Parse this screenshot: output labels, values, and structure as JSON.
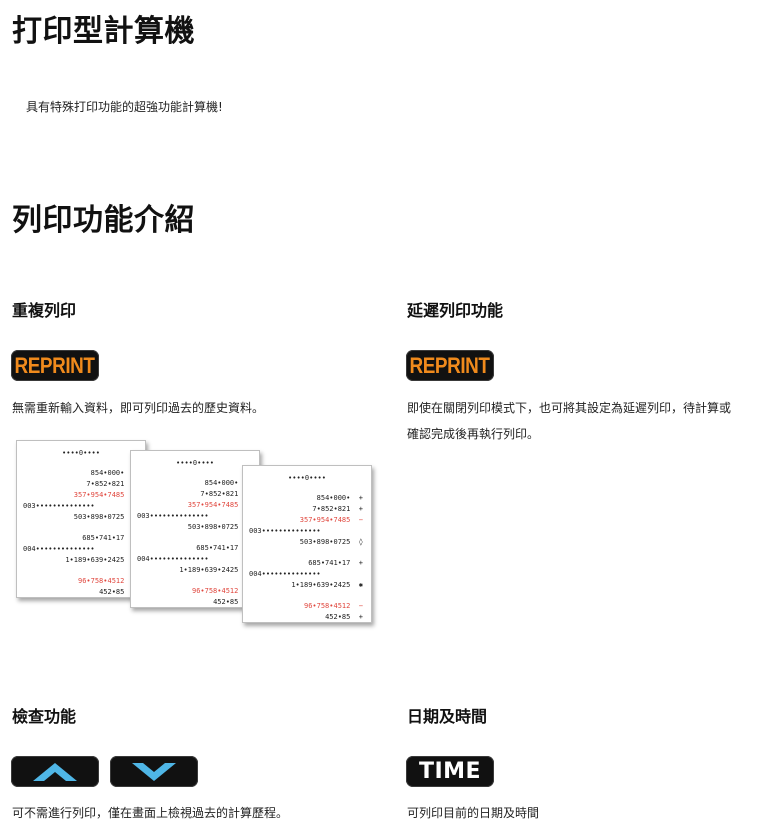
{
  "page": {
    "title": "打印型計算機",
    "intro": "具有特殊打印功能的超強功能計算機!"
  },
  "section": {
    "title": "列印功能介紹"
  },
  "features": [
    {
      "title": "重複列印",
      "key_label": "REPRINT",
      "description": "無需重新輸入資料，即可列印過去的歷史資料。"
    },
    {
      "title": "延遲列印功能",
      "key_label": "REPRINT",
      "description_line1": "即使在關閉列印模式下，也可將其設定為延遲列印，待計算或",
      "description_line2": "確認完成後再執行列印。"
    },
    {
      "title": "檢查功能",
      "key_icons": [
        "chevron-up-icon",
        "chevron-down-icon"
      ],
      "description": "可不需進行列印，僅在畫面上檢視過去的計算歷程。"
    },
    {
      "title": "日期及時間",
      "key_label": "TIME",
      "description": "可列印目前的日期及時間"
    }
  ],
  "receipt": {
    "header": "••••0••••",
    "lines": [
      {
        "text": "854•000•",
        "op": "+",
        "color": "black"
      },
      {
        "text": "7•852•821",
        "op": "+",
        "color": "black"
      },
      {
        "text": "357•954•7485",
        "op": "−",
        "color": "red"
      },
      {
        "label": "003•",
        "text": "•••••••••••••",
        "op": "",
        "color": "black"
      },
      {
        "text": "503•898•0725",
        "op": "◊",
        "color": "black"
      },
      {
        "text": "685•741•17",
        "op": "+",
        "color": "black"
      },
      {
        "label": "004•",
        "text": "•••••••••••••",
        "op": "",
        "color": "black"
      },
      {
        "text": "1•189•639•2425",
        "op": "✱",
        "color": "black"
      },
      {
        "text": "96•758•4512",
        "op": "−",
        "color": "red"
      },
      {
        "text": "452•85",
        "op": "+",
        "color": "black"
      }
    ]
  },
  "colors": {
    "reprint_text": "#f08a1c",
    "key_bg": "#111111",
    "chevron": "#4fb6e6",
    "receipt_red": "#e0473e"
  }
}
